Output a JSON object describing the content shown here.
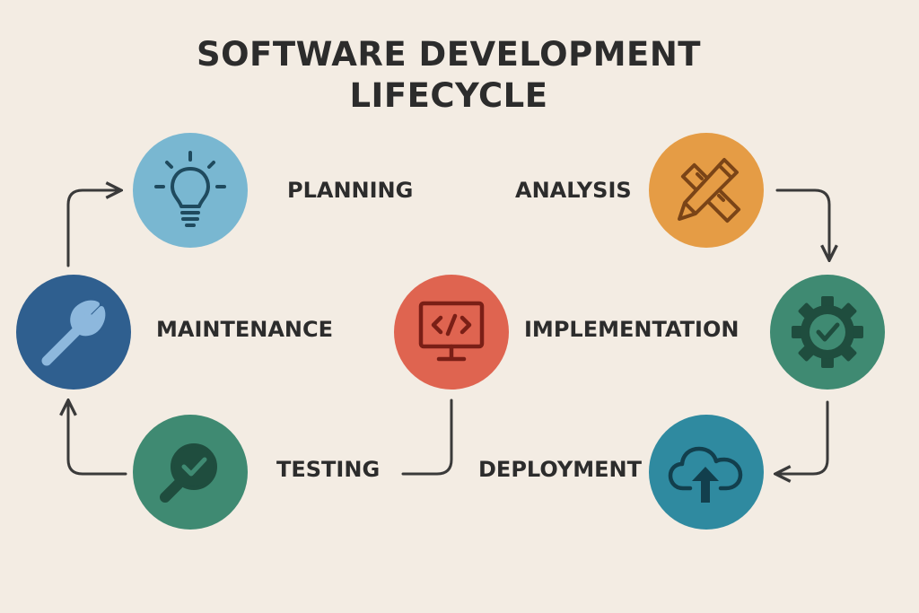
{
  "title": {
    "line1": "SOFTWARE DEVELOPMENT",
    "line2": "LIFECYCLE"
  },
  "stages": {
    "planning": {
      "label": "PLANNING",
      "icon": "lightbulb-icon",
      "color": "#79b7d1"
    },
    "analysis": {
      "label": "ANALYSIS",
      "icon": "pencil-ruler-icon",
      "color": "#e59c45"
    },
    "maintenance": {
      "label": "MAINTENANCE",
      "icon": "wrench-icon",
      "color": "#2f5f8f"
    },
    "implementation": {
      "label": "IMPLEMENTATION",
      "icon": "code-monitor-icon",
      "color": "#df6450"
    },
    "deployment_gear": {
      "icon": "gear-check-icon",
      "color": "#3f8a72"
    },
    "testing": {
      "label": "TESTING",
      "icon": "magnifier-check-icon",
      "color": "#3f8a72"
    },
    "deployment": {
      "label": "DEPLOYMENT",
      "icon": "cloud-upload-icon",
      "color": "#2f8aa0"
    }
  }
}
